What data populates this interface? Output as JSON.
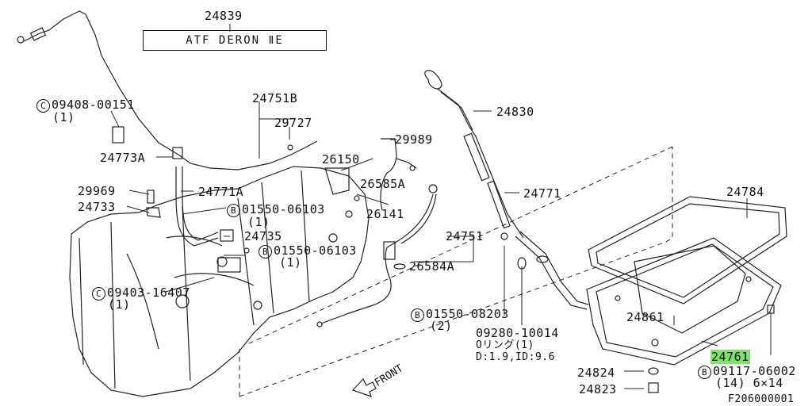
{
  "diagram": {
    "note_box": "ATF DERON ⅡE",
    "drawing_code": "F206000001",
    "front_label": "FRONT",
    "highlight_color": "#7ee36b",
    "parts": {
      "p24839": "24839",
      "p09408": {
        "circle": "C",
        "number": "09408-00151",
        "qty": "(1)"
      },
      "p24751B": "24751B",
      "p29727": "29727",
      "p24773A": "24773A",
      "p26150": "26150",
      "p29989": "29989",
      "p29969": "29969",
      "p24771A": "24771A",
      "p26585A": "26585A",
      "p24733": "24733",
      "p01550a": {
        "circle": "B",
        "number": "01550-06103",
        "qty": "(1)"
      },
      "p26141": "26141",
      "p24735": "24735",
      "p24751": "24751",
      "p01550b": {
        "circle": "B",
        "number": "01550-06103",
        "qty": "(1)"
      },
      "p26584A": "26584A",
      "p09403": {
        "circle": "C",
        "number": "09403-16407",
        "qty": "(1)"
      },
      "p24830": "24830",
      "p24771": "24771",
      "p24784": "24784",
      "p01550c": {
        "circle": "B",
        "number": "01550-08203",
        "qty": "(2)"
      },
      "p09280": {
        "number": "09280-10014",
        "line2": "Oリング(1)",
        "line3": "D:1.9,ID:9.6"
      },
      "p24861": "24861",
      "p24761": "24761",
      "p24824": "24824",
      "p09117": {
        "circle": "B",
        "number": "09117-06002",
        "line2": "(14) 6×14"
      },
      "p24823": "24823"
    }
  }
}
